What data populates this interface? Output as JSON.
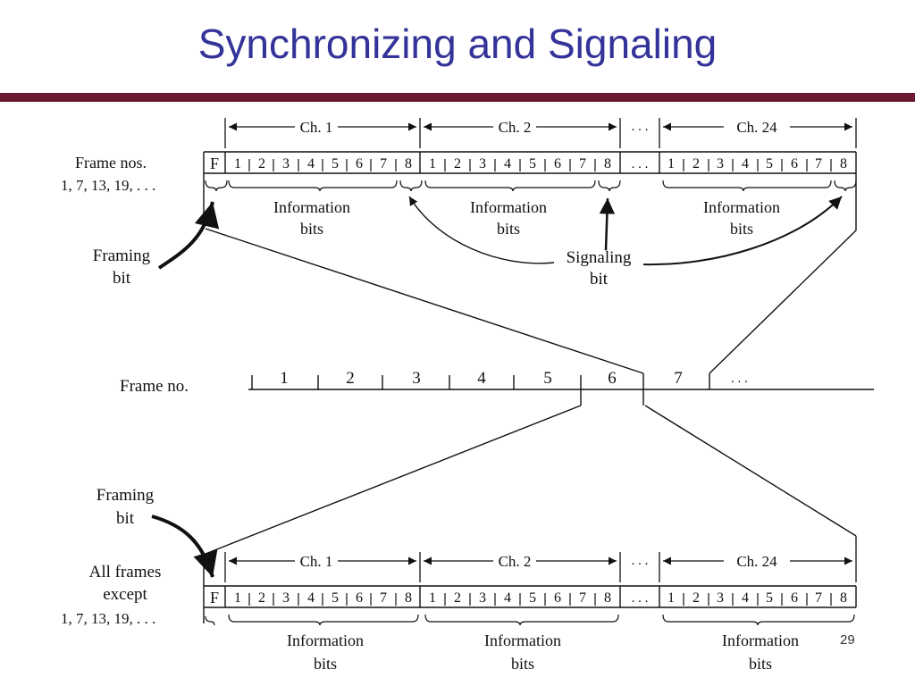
{
  "slide": {
    "title": "Synchronizing and Signaling",
    "page_number": "29",
    "accent_color": "#6b1a32",
    "title_color": "#333399"
  },
  "diagram": {
    "ellipsis": ". . .",
    "channel_labels": [
      "Ch. 1",
      "Ch. 2",
      "Ch. 24"
    ],
    "bit_labels": [
      "1",
      "2",
      "3",
      "4",
      "5",
      "6",
      "7",
      "8"
    ],
    "framing_cell_label": "F",
    "info_bits_line1": "Information",
    "info_bits_line2": "bits",
    "top_frame": {
      "row_label_line1": "Frame nos.",
      "row_label_line2": "1, 7, 13, 19, . . .",
      "framing_bit_line1": "Framing",
      "framing_bit_line2": "bit",
      "signaling_bit_line1": "Signaling",
      "signaling_bit_line2": "bit"
    },
    "frame_sequence": {
      "row_label": "Frame no.",
      "frame_numbers": [
        "1",
        "2",
        "3",
        "4",
        "5",
        "6",
        "7"
      ],
      "trailing": ". . ."
    },
    "bottom_frame": {
      "row_label_line1": "All frames",
      "row_label_line2": "except",
      "row_label_line3": "1, 7, 13, 19, . . .",
      "framing_bit_line1": "Framing",
      "framing_bit_line2": "bit"
    }
  }
}
